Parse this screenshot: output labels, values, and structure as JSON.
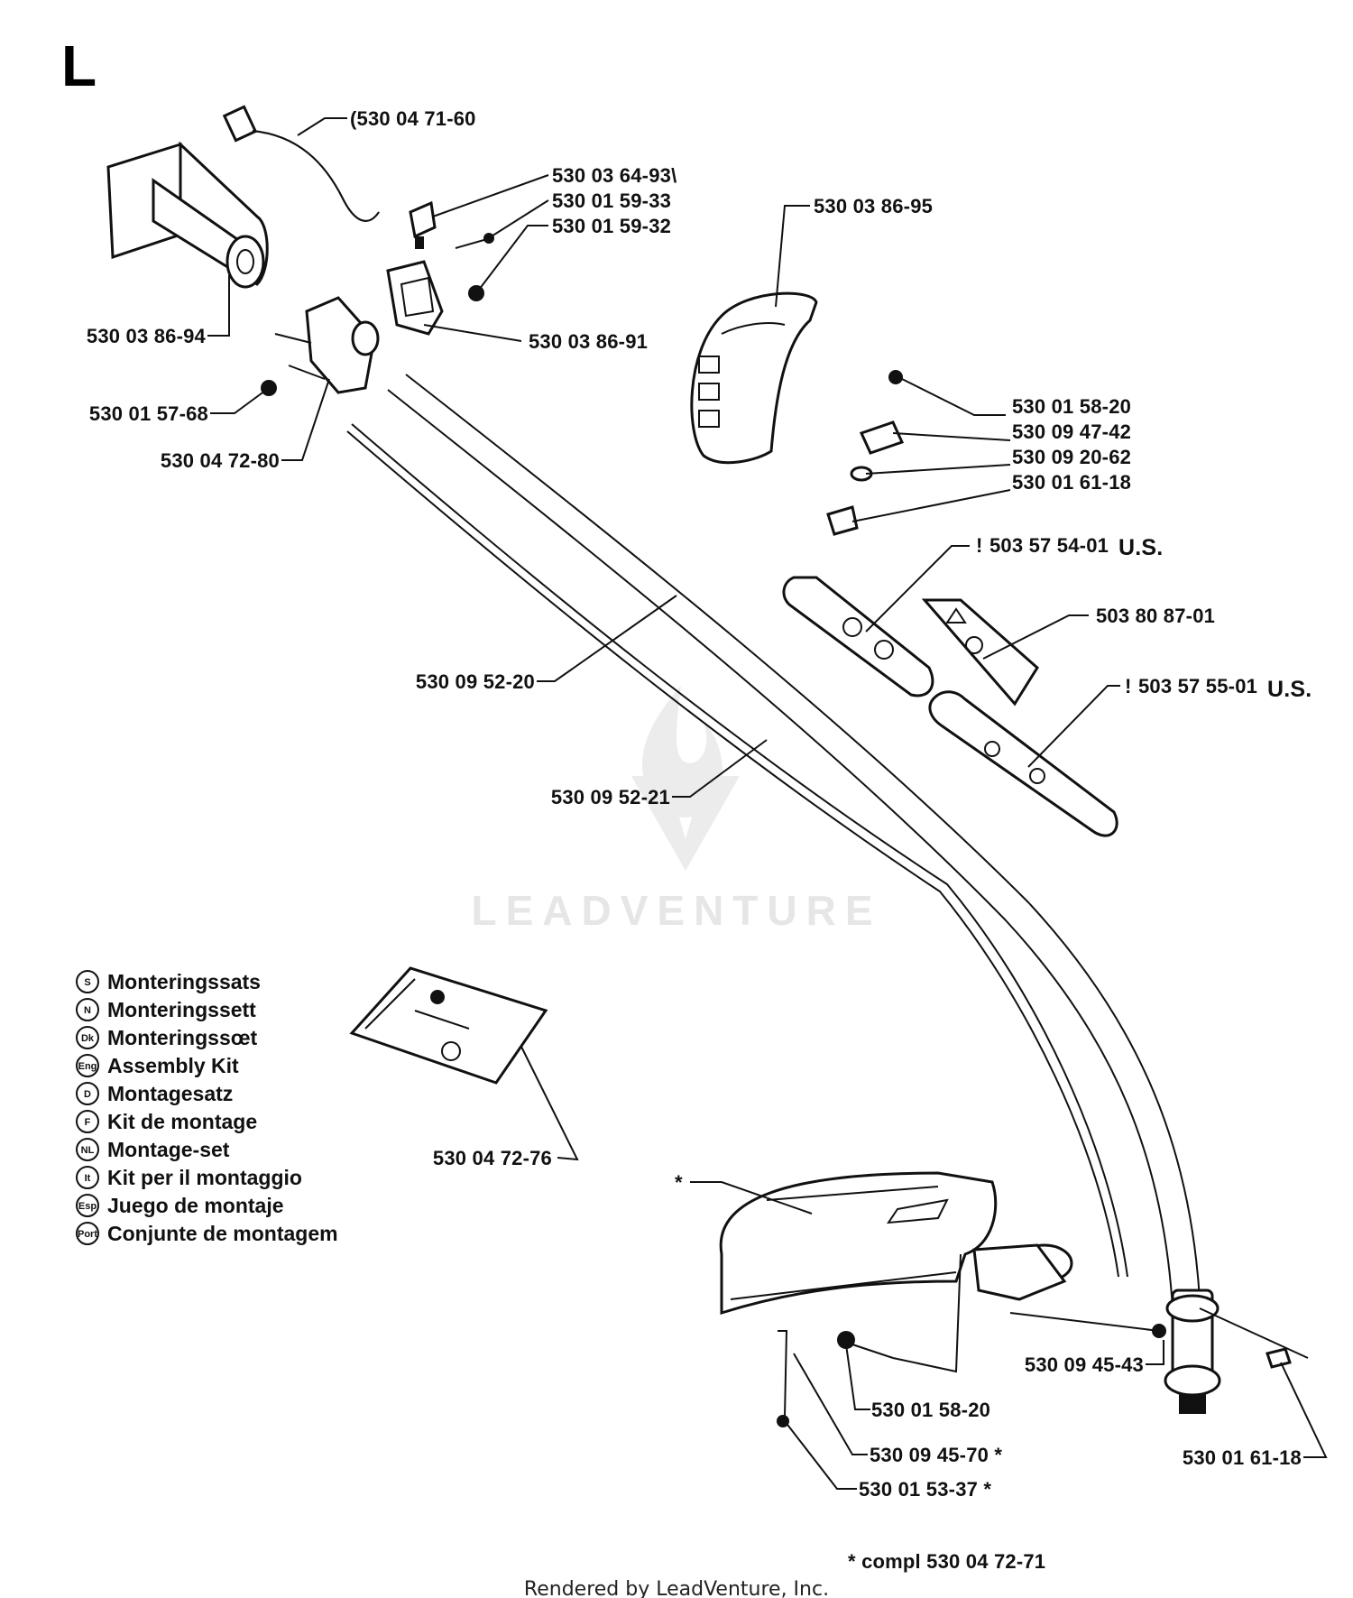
{
  "section_letter": "L",
  "part_labels": [
    {
      "id": "cable",
      "text": "(530 04 71-60"
    },
    {
      "id": "switch",
      "text": "530 03 64-93\\"
    },
    {
      "id": "screw1",
      "text": "530 01 59-33"
    },
    {
      "id": "screw2",
      "text": "530 01 59-32"
    },
    {
      "id": "handle-grip",
      "text": "530 03 86-94"
    },
    {
      "id": "clamp-cover",
      "text": "530 03 86-91"
    },
    {
      "id": "nut",
      "text": "530 01 57-68"
    },
    {
      "id": "clamp",
      "text": "530 04 72-80"
    },
    {
      "id": "loop-handle",
      "text": "530 03 86-95"
    },
    {
      "id": "screw3",
      "text": "530 01 58-20"
    },
    {
      "id": "bracket",
      "text": "530 09 47-42"
    },
    {
      "id": "washer",
      "text": "530 09 20-62"
    },
    {
      "id": "wing-nut",
      "text": "530 01 61-18"
    },
    {
      "id": "decal-1",
      "text": "503 57 54-01"
    },
    {
      "id": "decal-2",
      "text": "503 80 87-01"
    },
    {
      "id": "decal-3",
      "text": "503 57 55-01"
    },
    {
      "id": "shaft-tube",
      "text": "530 09 52-20"
    },
    {
      "id": "drive-shaft",
      "text": "530 09 52-21"
    },
    {
      "id": "assembly-kit",
      "text": "530 04 72-76"
    },
    {
      "id": "guard-screw",
      "text": "530 01 58-20"
    },
    {
      "id": "guard-clamp",
      "text": "530 09 45-43"
    },
    {
      "id": "guard-knife",
      "text": "530 09 45-70  *"
    },
    {
      "id": "knife-screw",
      "text": "530 01 53-37  *"
    },
    {
      "id": "guard-wing-nut",
      "text": "530 01 61-18"
    }
  ],
  "us_markers": [
    {
      "id": "us-1",
      "text": "U.S.",
      "prefix": "!"
    },
    {
      "id": "us-2",
      "text": "U.S.",
      "prefix": "!"
    }
  ],
  "guard_asterisk": "*",
  "kit_legend": [
    {
      "badge": "S",
      "text": "Monteringssats"
    },
    {
      "badge": "N",
      "text": "Monteringssett"
    },
    {
      "badge": "Dk",
      "text": "Monteringssœt"
    },
    {
      "badge": "Eng",
      "text": "Assembly Kit"
    },
    {
      "badge": "D",
      "text": "Montagesatz"
    },
    {
      "badge": "F",
      "text": "Kit de montage"
    },
    {
      "badge": "NL",
      "text": "Montage-set"
    },
    {
      "badge": "It",
      "text": "Kit per il montaggio"
    },
    {
      "badge": "Esp",
      "text": "Juego de montaje"
    },
    {
      "badge": "Port",
      "text": "Conjunte de montagem"
    }
  ],
  "footnote": "*  compl 530 04 72-71",
  "watermark": "LEADVENTURE",
  "rendered_by": "Rendered by LeadVenture, Inc."
}
